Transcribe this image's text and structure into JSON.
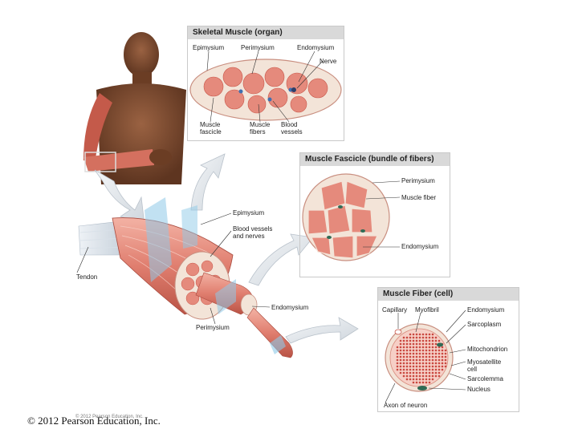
{
  "panels": {
    "organ": {
      "title": "Skeletal Muscle (organ)",
      "labels": {
        "epimysium": "Epimysium",
        "perimysium": "Perimysium",
        "endomysium": "Endomysium",
        "nerve": "Nerve",
        "fascicle": "Muscle\nfascicle",
        "fibers": "Muscle\nfibers",
        "vessels": "Blood\nvessels"
      }
    },
    "fascicle": {
      "title": "Muscle Fascicle (bundle of fibers)",
      "labels": {
        "perimysium": "Perimysium",
        "fiber": "Muscle fiber",
        "endomysium": "Endomysium"
      }
    },
    "fiber": {
      "title": "Muscle Fiber (cell)",
      "labels": {
        "capillary": "Capillary",
        "myofibril": "Myofibril",
        "endomysium": "Endomysium",
        "sarcoplasm": "Sarcoplasm",
        "mitochondrion": "Mitochondrion",
        "myosatellite": "Myosatellite\ncell",
        "sarcolemma": "Sarcolemma",
        "nucleus": "Nucleus",
        "axon": "Axon of neuron"
      }
    }
  },
  "main_labels": {
    "epimysium": "Epimysium",
    "vessels": "Blood vessels\nand nerves",
    "tendon": "Tendon",
    "endomysium": "Endomysium",
    "perimysium": "Perimysium"
  },
  "footer": {
    "copyright": "© 2012 Pearson Education, Inc.",
    "small_copyright": "© 2012 Pearson Education, Inc."
  },
  "colors": {
    "muscle": "#e58a7c",
    "muscle_light": "#f2b6a8",
    "muscle_dark": "#c9574a",
    "sheath": "#f3e4d8",
    "fiber_dots": "#c9473f",
    "blue_vessel": "#3f6fb0",
    "plane": "#8ec9e8",
    "skin": "#7a4a2e"
  }
}
